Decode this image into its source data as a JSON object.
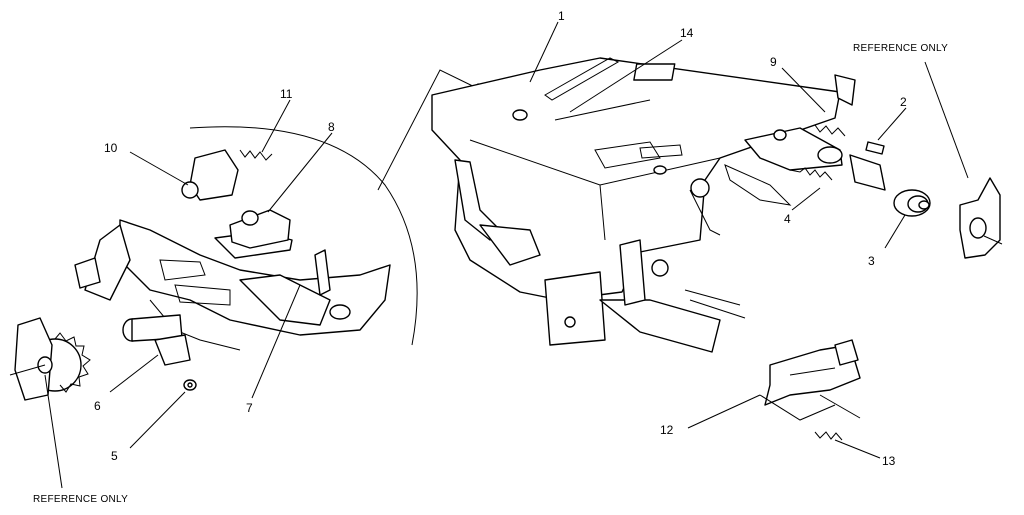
{
  "callouts": {
    "c1": "1",
    "c2": "2",
    "c3": "3",
    "c4": "4",
    "c5": "5",
    "c6": "6",
    "c7": "7",
    "c8": "8",
    "c9": "9",
    "c10": "10",
    "c11": "11",
    "c12": "12",
    "c13": "13",
    "c14": "14"
  },
  "reference_labels": {
    "top_right": "REFERENCE ONLY",
    "bottom_left": "REFERENCE ONLY"
  },
  "colors": {
    "ink": "#000000",
    "paper": "#ffffff"
  }
}
